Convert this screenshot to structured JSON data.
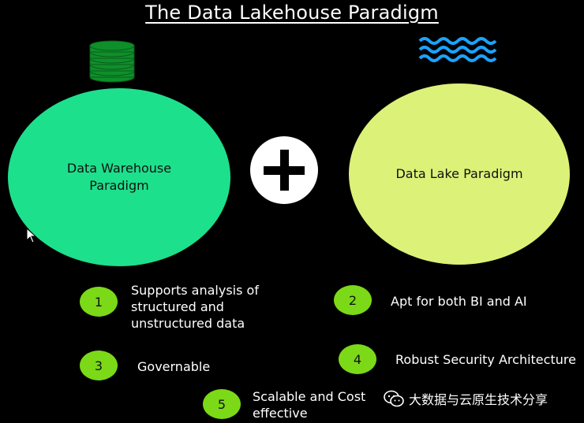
{
  "title": "The Data Lakehouse Paradigm",
  "left_circle": {
    "label": "Data Warehouse Paradigm",
    "color": "#1de08c",
    "icon": "database-stack-icon"
  },
  "right_circle": {
    "label": "Data Lake Paradigm",
    "color": "#dcf178",
    "icon": "water-waves-icon"
  },
  "operator": "plus-icon",
  "features": [
    {
      "number": "1",
      "text": "Supports analysis of structured and unstructured data"
    },
    {
      "number": "2",
      "text": "Apt for both BI and AI"
    },
    {
      "number": "3",
      "text": "Governable"
    },
    {
      "number": "4",
      "text": "Robust Security Architecture"
    },
    {
      "number": "5",
      "text": "Scalable and Cost effective"
    }
  ],
  "badge_color": "#7bd917",
  "watermark": {
    "text": "大数据与云原生技术分享",
    "icon": "wechat-icon"
  }
}
